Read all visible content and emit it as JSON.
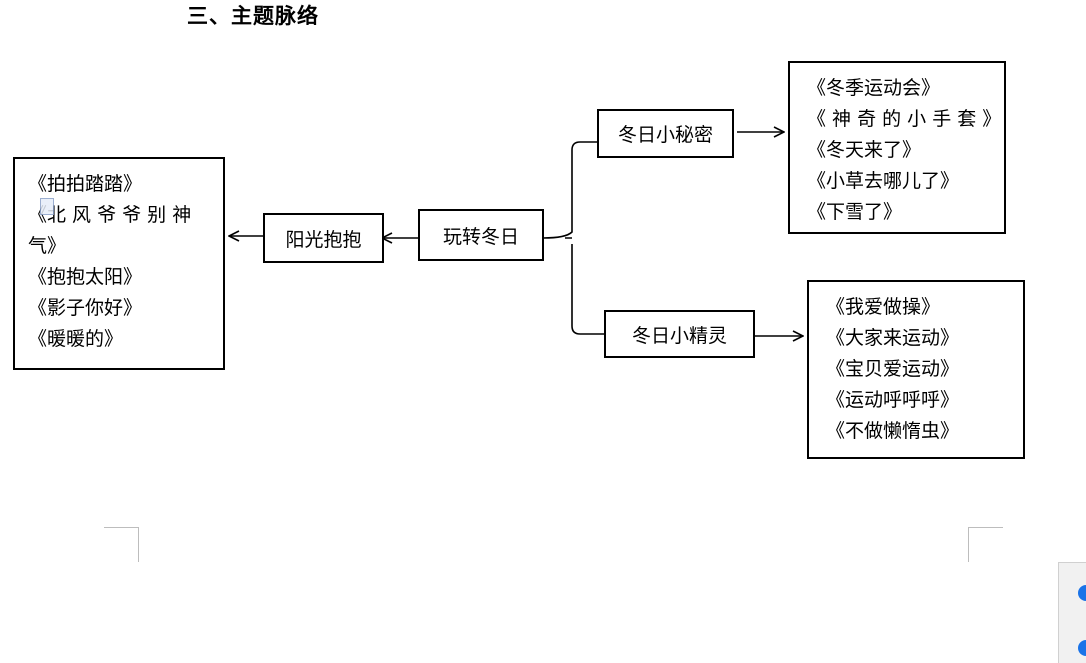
{
  "heading": "三、主题脉络",
  "center": "玩转冬日",
  "left_branch": {
    "label": "阳光抱抱",
    "items": [
      "《拍拍踏踏》",
      "《北 风 爷 爷 别 神",
      "气》",
      "《抱抱太阳》",
      "《影子你好》",
      "《暖暖的》"
    ]
  },
  "upper_branch": {
    "label": "冬日小秘密",
    "items": [
      "《冬季运动会》",
      "《 神 奇 的 小 手 套 》",
      "《冬天来了》",
      "《小草去哪儿了》",
      "《下雪了》"
    ]
  },
  "lower_branch": {
    "label": "冬日小精灵",
    "items": [
      "《我爱做操》",
      "《大家来运动》",
      "《宝贝爱运动》",
      "《运动呼呼呼》",
      "《不做懒惰虫》"
    ]
  }
}
